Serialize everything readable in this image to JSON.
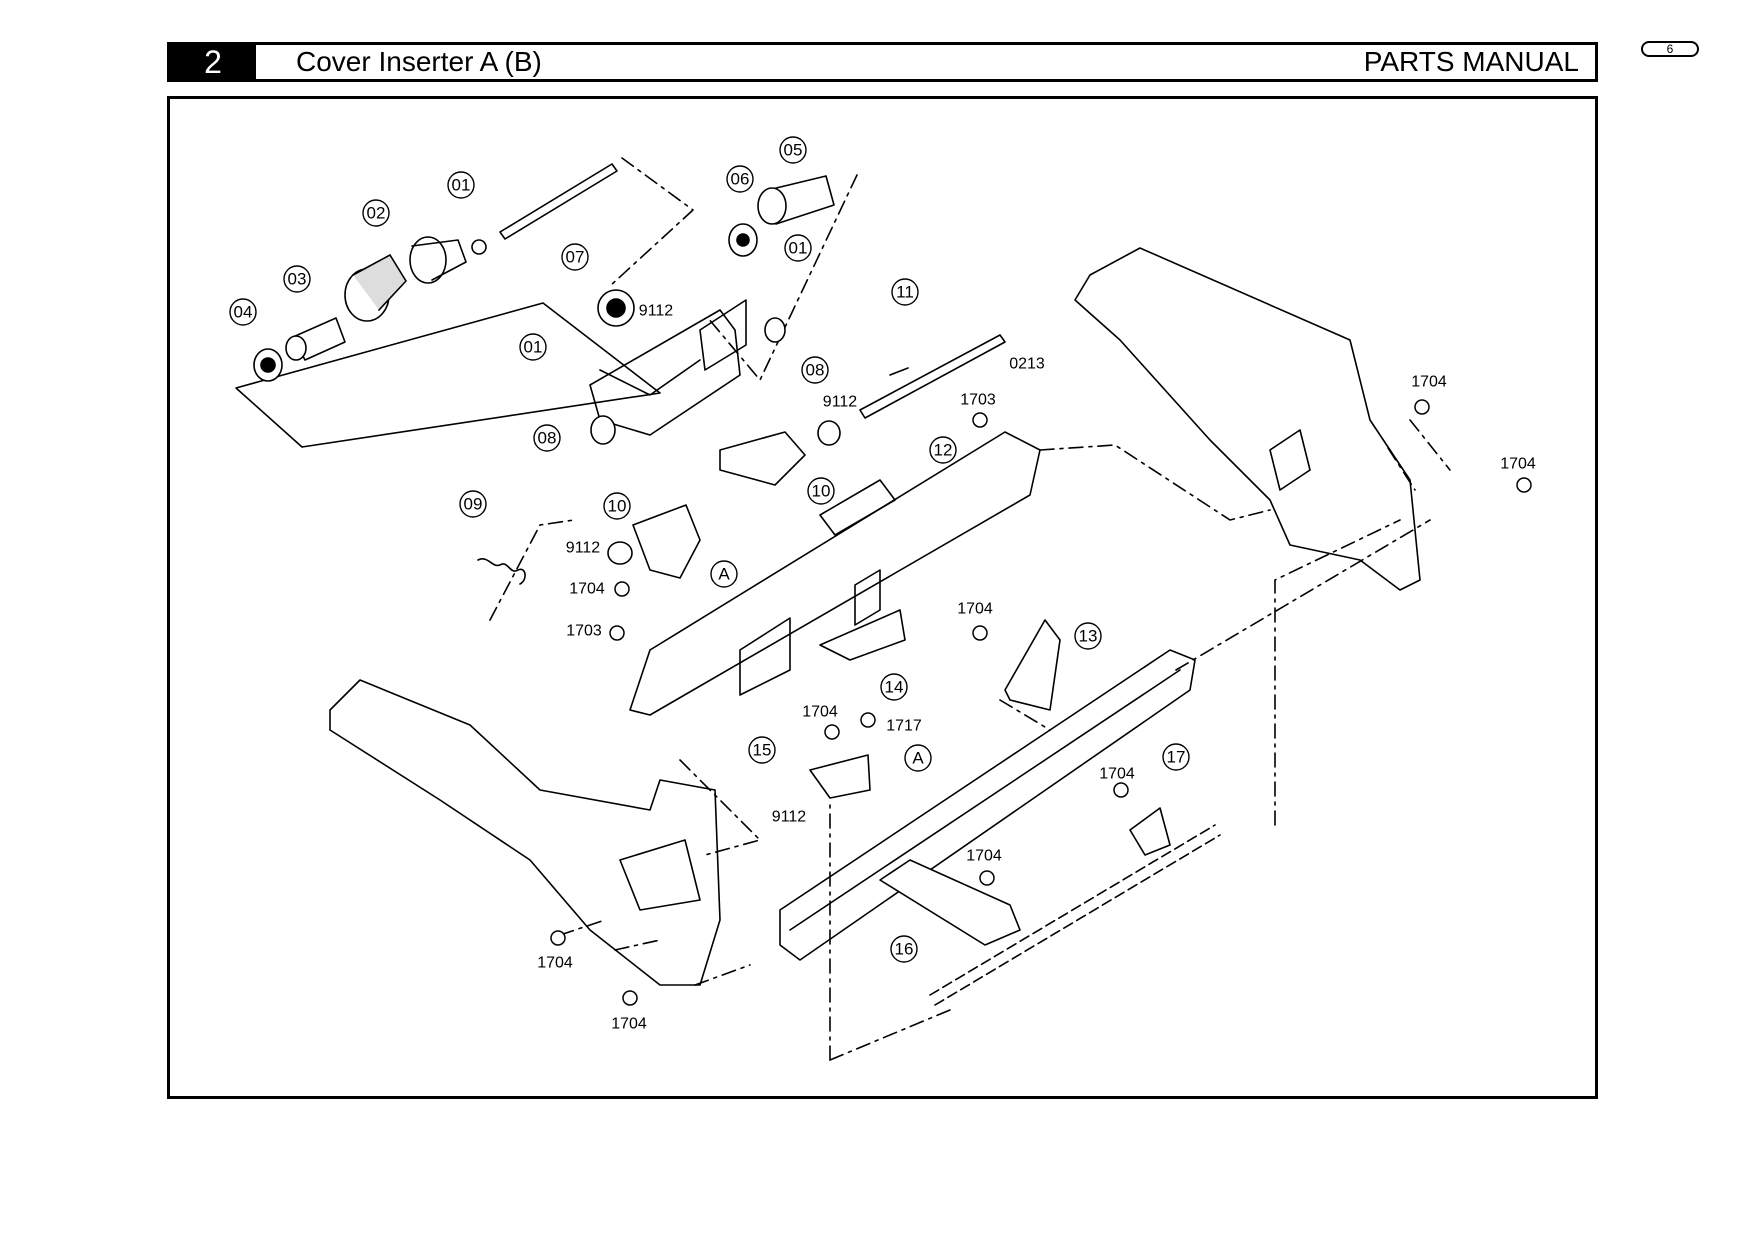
{
  "header": {
    "section_number": "2",
    "title": "Cover Inserter A (B)",
    "manual": "PARTS MANUAL",
    "page": "6"
  },
  "callouts": {
    "c01a": "01",
    "c02": "02",
    "c03": "03",
    "c04": "04",
    "c05": "05",
    "c06": "06",
    "c07": "07",
    "c01b": "01",
    "c01c": "01",
    "c08a": "08",
    "c08b": "08",
    "c09": "09",
    "c10a": "10",
    "c10b": "10",
    "c11": "11",
    "c12": "12",
    "c13": "13",
    "c14": "14",
    "c15": "15",
    "c16": "16",
    "c17": "17",
    "cAa": "A",
    "cAb": "A"
  },
  "labels": {
    "l9112a": "9112",
    "l9112b": "9112",
    "l9112c": "9112",
    "l9112d": "9112",
    "l0213": "0213",
    "l1703a": "1703",
    "l1703b": "1703",
    "l1704a": "1704",
    "l1704b": "1704",
    "l1704c": "1704",
    "l1704d": "1704",
    "l1704e": "1704",
    "l1704f": "1704",
    "l1704g": "1704",
    "l1704h": "1704",
    "l1704i": "1704",
    "l1717": "1717"
  }
}
